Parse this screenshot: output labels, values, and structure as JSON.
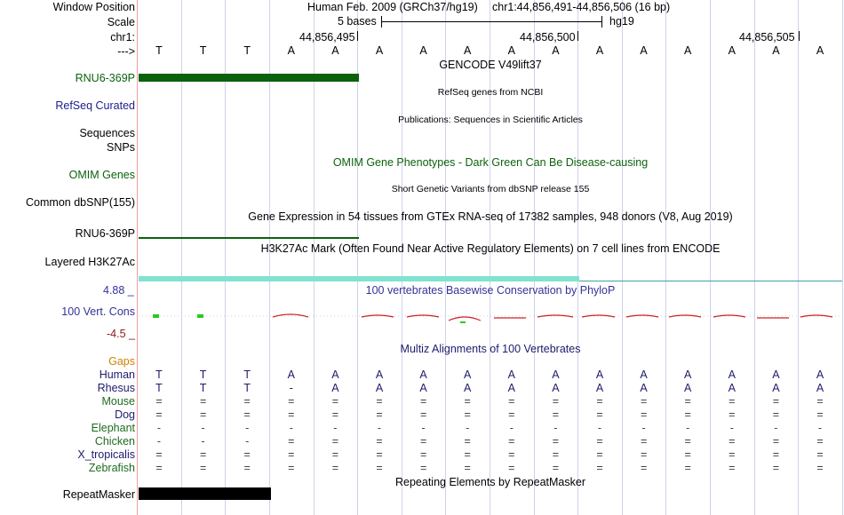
{
  "header": {
    "window_position_label": "Window Position",
    "assembly_title": "Human Feb. 2009 (GRCh37/hg19)",
    "position_text": "chr1:44,856,491-44,856,506 (16 bp)",
    "scale_label": "Scale",
    "scale_bar_text": "5 bases",
    "scale_db": "hg19",
    "chrom_label": "chr1:",
    "coord_ticks": [
      "44,856,495",
      "44,856,500",
      "44,856,505"
    ],
    "strand_label": "--->"
  },
  "sequence": [
    "T",
    "T",
    "T",
    "A",
    "A",
    "A",
    "A",
    "A",
    "A",
    "A",
    "A",
    "A",
    "A",
    "A",
    "A",
    "A"
  ],
  "tracks": {
    "gencode_title": "GENCODE V49lift37",
    "gencode_label": "RNU6-369P",
    "gencode_color": "#0c620c",
    "refseq_title": "RefSeq genes from NCBI",
    "refseq_label": "RefSeq Curated",
    "refseq_color": "#1c1c8c",
    "publications_title": "Publications: Sequences in Scientific Articles",
    "sequences_label": "Sequences",
    "snps_label": "SNPs",
    "omim_title": "OMIM Gene Phenotypes - Dark Green Can Be Disease-causing",
    "omim_label": "OMIM Genes",
    "omim_color": "#0c620c",
    "dbsnp_title": "Short Genetic Variants from dbSNP release 155",
    "dbsnp_label": "Common dbSNP(155)",
    "gtex_title": "Gene Expression in 54 tissues from GTEx RNA-seq of 17382 samples, 948 donors (V8, Aug 2019)",
    "gtex_label": "RNU6-369P",
    "h3k27ac_title": "H3K27Ac Mark (Often Found Near Active Regulatory Elements) on 7 cell lines from ENCODE",
    "h3k27ac_label": "Layered H3K27Ac",
    "h3k27ac_color": "#7fe3d0",
    "phylop_title": "100 vertebrates Basewise Conservation by PhyloP",
    "phylop_label": "100 Vert. Cons",
    "phylop_max": "4.88 _",
    "phylop_min": "-4.5 _",
    "phylop_color": "#333399",
    "phylop_min_color": "#8b1a1a",
    "multiz_title": "Multiz Alignments of 100 Vertebrates",
    "multiz_color": "#1c1c6c",
    "gaps_label": "Gaps",
    "gaps_color": "#d08000",
    "repeat_title": "Repeating Elements by RepeatMasker",
    "repeat_label": "RepeatMasker"
  },
  "alignment": {
    "species": [
      {
        "name": "Human",
        "color": "#1c1c6c",
        "row": [
          "T",
          "T",
          "T",
          "A",
          "A",
          "A",
          "A",
          "A",
          "A",
          "A",
          "A",
          "A",
          "A",
          "A",
          "A",
          "A"
        ]
      },
      {
        "name": "Rhesus",
        "color": "#1c1c6c",
        "row": [
          "T",
          "T",
          "T",
          "-",
          "A",
          "A",
          "A",
          "A",
          "A",
          "A",
          "A",
          "A",
          "A",
          "A",
          "A",
          "A"
        ]
      },
      {
        "name": "Mouse",
        "color": "#1f6b1f",
        "row": [
          "=",
          "=",
          "=",
          "=",
          "=",
          "=",
          "=",
          "=",
          "=",
          "=",
          "=",
          "=",
          "=",
          "=",
          "=",
          "="
        ]
      },
      {
        "name": "Dog",
        "color": "#1c1c6c",
        "row": [
          "=",
          "=",
          "=",
          "=",
          "=",
          "=",
          "=",
          "=",
          "=",
          "=",
          "=",
          "=",
          "=",
          "=",
          "=",
          "="
        ]
      },
      {
        "name": "Elephant",
        "color": "#1f6b1f",
        "row": [
          "-",
          "-",
          "-",
          "-",
          "-",
          "-",
          "-",
          "-",
          "-",
          "-",
          "-",
          "-",
          "-",
          "-",
          "-",
          "-"
        ]
      },
      {
        "name": "Chicken",
        "color": "#1f6b1f",
        "row": [
          "-",
          "-",
          "-",
          "=",
          "=",
          "=",
          "=",
          "=",
          "=",
          "=",
          "=",
          "=",
          "=",
          "=",
          "=",
          "="
        ]
      },
      {
        "name": "X_tropicalis",
        "color": "#1c1c6c",
        "row": [
          "=",
          "=",
          "=",
          "=",
          "=",
          "=",
          "=",
          "=",
          "=",
          "=",
          "=",
          "=",
          "=",
          "=",
          "=",
          "="
        ]
      },
      {
        "name": "Zebrafish",
        "color": "#1f6b1f",
        "row": [
          "=",
          "=",
          "=",
          "=",
          "=",
          "=",
          "=",
          "=",
          "=",
          "=",
          "=",
          "=",
          "=",
          "=",
          "=",
          "="
        ]
      }
    ]
  }
}
